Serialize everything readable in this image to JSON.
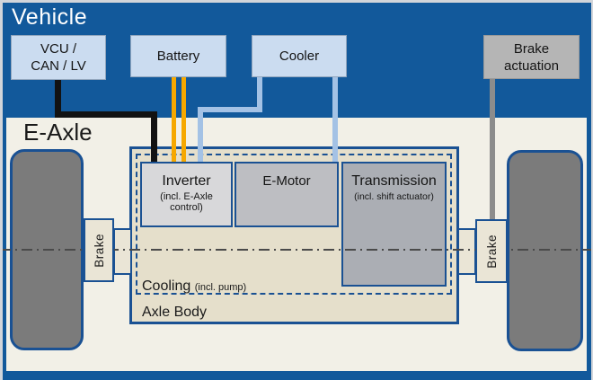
{
  "vehicle": {
    "title": "Vehicle",
    "boxes": {
      "vcu": {
        "line1": "VCU /",
        "line2": "CAN / LV"
      },
      "battery": {
        "label": "Battery"
      },
      "cooler": {
        "label": "Cooler"
      },
      "brake_actuation": {
        "line1": "Brake",
        "line2": "actuation"
      }
    }
  },
  "eaxle": {
    "title": "E-Axle",
    "inverter": {
      "title": "Inverter",
      "sub1": "(incl. E-Axle",
      "sub2": "control)"
    },
    "emotor": {
      "title": "E-Motor"
    },
    "transmission": {
      "title": "Transmission",
      "sub": "(incl. shift actuator)"
    },
    "cooling": {
      "title": "Cooling",
      "sub": "(incl. pump)"
    },
    "axle_body": {
      "title": "Axle Body"
    },
    "brake_left": {
      "label": "Brake"
    },
    "brake_right": {
      "label": "Brake"
    }
  },
  "colors": {
    "vehicle_bg": "#12599B",
    "component_box_blue": "#CBDCF0",
    "component_box_gray": "#B5B5B5",
    "eaxle_bg": "#F2F0E7",
    "axle_body_fill": "#E5DFCB",
    "inverter_fill": "#D8D8DA",
    "emotor_fill": "#BDBEC2",
    "transmission_fill": "#ABAEB4",
    "tire_fill": "#7B7B7B",
    "diagram_border_blue": "#1A5193",
    "line_black": "#121212",
    "line_yellow": "#F6A800",
    "line_light_blue": "#A4C2E5",
    "line_gray": "#8C8C8C"
  }
}
